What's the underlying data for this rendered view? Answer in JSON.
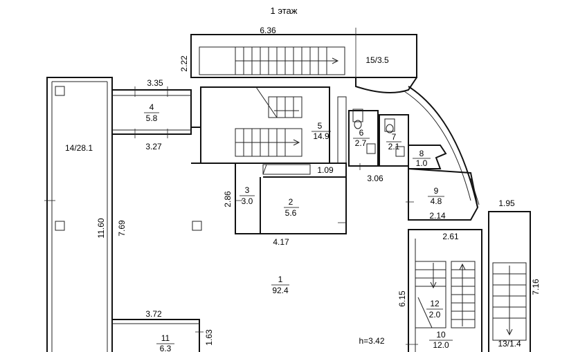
{
  "title": "1 этаж",
  "height_note": "h=3.42",
  "rooms": [
    {
      "num": "1",
      "area": "92.4"
    },
    {
      "num": "2",
      "area": "5.6"
    },
    {
      "num": "3",
      "area": "3.0"
    },
    {
      "num": "4",
      "area": "5.8"
    },
    {
      "num": "5",
      "area": "14.9"
    },
    {
      "num": "6",
      "area": "2.7"
    },
    {
      "num": "7",
      "area": "2.1"
    },
    {
      "num": "8",
      "area": "1.0"
    },
    {
      "num": "9",
      "area": "4.8"
    },
    {
      "num": "10",
      "area": "12.0"
    },
    {
      "num": "11",
      "area": "6.3"
    },
    {
      "num": "12",
      "area": "2.0"
    }
  ],
  "inline_labels": [
    "14/28.1",
    "15/3.5",
    "13/1.4"
  ],
  "dimensions": [
    "6.36",
    "2.22",
    "3.35",
    "3.27",
    "11.60",
    "7.69",
    "2.86",
    "4.17",
    "1.09",
    "3.06",
    "1.95",
    "2.14",
    "2.61",
    "6.15",
    "7.16",
    "3.72",
    "1.63"
  ]
}
